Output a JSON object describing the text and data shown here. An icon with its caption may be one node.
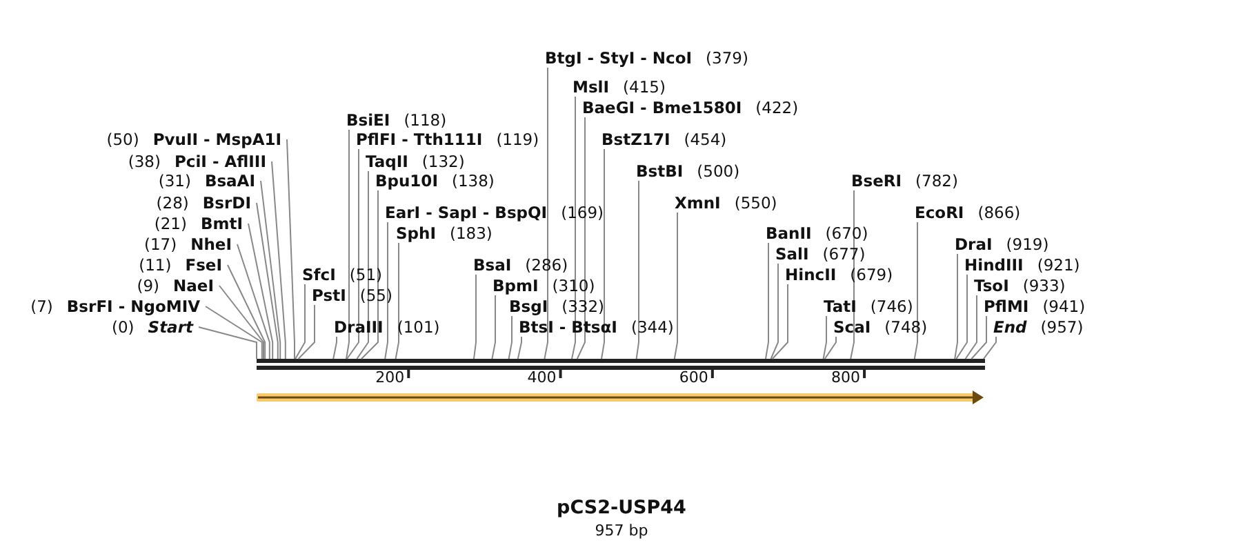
{
  "diagram": {
    "title": "pCS2-USP44",
    "caption": "957 bp",
    "nodes": [
      {
        "text": [
          "BtgI - StyI - NcoI",
          "(379)"
        ]
      },
      {
        "text": [
          "MslI",
          "(415)"
        ]
      },
      {
        "text": [
          "BaeGI - Bme1580I",
          "(422)"
        ]
      },
      {
        "text": [
          "BsiEI",
          "(118)"
        ]
      },
      {
        "text": [
          "(50)",
          "PvuII - MspA1I"
        ]
      },
      {
        "text": [
          "PflFI - Tth111I",
          "(119)"
        ]
      },
      {
        "text": [
          "BstZ17I",
          "(454)"
        ]
      },
      {
        "text": [
          "(38)",
          "PciI - AflIII"
        ]
      },
      {
        "text": [
          "TaqII",
          "(132)"
        ]
      },
      {
        "text": [
          "BstBI",
          "(500)"
        ]
      },
      {
        "text": [
          "(31)",
          "BsaAI"
        ]
      },
      {
        "text": [
          "Bpu10I",
          "(138)"
        ]
      },
      {
        "text": [
          "BseRI",
          "(782)"
        ]
      },
      {
        "text": [
          "(28)",
          "BsrDI"
        ]
      },
      {
        "text": [
          "XmnI",
          "(550)"
        ]
      },
      {
        "text": [
          "EarI - SapI - BspQI",
          "(169)"
        ]
      },
      {
        "text": [
          "EcoRI",
          "(866)"
        ]
      },
      {
        "text": [
          "(21)",
          "BmtI"
        ]
      },
      {
        "text": [
          "SphI",
          "(183)"
        ]
      },
      {
        "text": [
          "BanII",
          "(670)"
        ]
      },
      {
        "text": [
          "(17)",
          "NheI"
        ]
      },
      {
        "text": [
          "DraI",
          "(919)"
        ]
      },
      {
        "text": [
          "SalI",
          "(677)"
        ]
      },
      {
        "text": [
          "(11)",
          "FseI"
        ]
      },
      {
        "text": [
          "BsaI",
          "(286)"
        ]
      },
      {
        "text": [
          "HindIII",
          "(921)"
        ]
      },
      {
        "text": [
          "SfcI",
          "(51)"
        ]
      },
      {
        "text": [
          "HincII",
          "(679)"
        ]
      },
      {
        "text": [
          "(9)",
          "NaeI"
        ]
      },
      {
        "text": [
          "BpmI",
          "(310)"
        ]
      },
      {
        "text": [
          "TsoI",
          "(933)"
        ]
      },
      {
        "text": [
          "PstI",
          "(55)"
        ]
      },
      {
        "text": [
          "(7)",
          "BsrFI - NgoMIV"
        ]
      },
      {
        "text": [
          "BsgI",
          "(332)"
        ]
      },
      {
        "text": [
          "TatI",
          "(746)"
        ]
      },
      {
        "text": [
          "PflMI",
          "(941)"
        ]
      },
      {
        "text": [
          "(0)",
          "Start"
        ]
      },
      {
        "text": [
          "DraIII",
          "(101)"
        ]
      },
      {
        "text": [
          "BtsI - BtsαI",
          "(344)"
        ]
      },
      {
        "text": [
          "ScaI",
          "(748)"
        ]
      },
      {
        "text": [
          "End",
          "(957)"
        ]
      },
      {
        "text": [],
        "shape": "bar"
      }
    ],
    "edges": [
      {
        "from": 0,
        "to": 41,
        "arrow": "none"
      },
      {
        "from": 1,
        "to": 41,
        "arrow": "none"
      },
      {
        "from": 2,
        "to": 41,
        "arrow": "none"
      },
      {
        "from": 3,
        "to": 41,
        "arrow": "none"
      },
      {
        "from": 4,
        "to": 41,
        "arrow": "none"
      },
      {
        "from": 5,
        "to": 41,
        "arrow": "none"
      },
      {
        "from": 6,
        "to": 41,
        "arrow": "none"
      },
      {
        "from": 7,
        "to": 41,
        "arrow": "none"
      },
      {
        "from": 8,
        "to": 41,
        "arrow": "none"
      },
      {
        "from": 9,
        "to": 41,
        "arrow": "none"
      },
      {
        "from": 10,
        "to": 41,
        "arrow": "none"
      },
      {
        "from": 11,
        "to": 41,
        "arrow": "none"
      },
      {
        "from": 12,
        "to": 41,
        "arrow": "none"
      },
      {
        "from": 13,
        "to": 41,
        "arrow": "none"
      },
      {
        "from": 14,
        "to": 41,
        "arrow": "none"
      },
      {
        "from": 15,
        "to": 41,
        "arrow": "none"
      },
      {
        "from": 16,
        "to": 41,
        "arrow": "none"
      },
      {
        "from": 17,
        "to": 41,
        "arrow": "none"
      },
      {
        "from": 18,
        "to": 41,
        "arrow": "none"
      },
      {
        "from": 19,
        "to": 41,
        "arrow": "none"
      },
      {
        "from": 20,
        "to": 41,
        "arrow": "none"
      },
      {
        "from": 21,
        "to": 41,
        "arrow": "none"
      },
      {
        "from": 22,
        "to": 41,
        "arrow": "none"
      },
      {
        "from": 23,
        "to": 41,
        "arrow": "none"
      },
      {
        "from": 24,
        "to": 41,
        "arrow": "none"
      },
      {
        "from": 25,
        "to": 41,
        "arrow": "none"
      },
      {
        "from": 26,
        "to": 41,
        "arrow": "none"
      },
      {
        "from": 27,
        "to": 41,
        "arrow": "none"
      },
      {
        "from": 28,
        "to": 41,
        "arrow": "none"
      },
      {
        "from": 29,
        "to": 41,
        "arrow": "none"
      },
      {
        "from": 30,
        "to": 41,
        "arrow": "none"
      },
      {
        "from": 31,
        "to": 41,
        "arrow": "none"
      },
      {
        "from": 32,
        "to": 41,
        "arrow": "none"
      },
      {
        "from": 33,
        "to": 41,
        "arrow": "none"
      },
      {
        "from": 34,
        "to": 41,
        "arrow": "none"
      },
      {
        "from": 35,
        "to": 41,
        "arrow": "none"
      },
      {
        "from": 36,
        "to": 41,
        "arrow": "none"
      },
      {
        "from": 37,
        "to": 41,
        "arrow": "none"
      },
      {
        "from": 38,
        "to": 41,
        "arrow": "none"
      },
      {
        "from": 39,
        "to": 41,
        "arrow": "none"
      },
      {
        "from": 40,
        "to": 41,
        "arrow": "none"
      }
    ],
    "labels": [
      "200",
      "400",
      "600",
      "800"
    ]
  }
}
